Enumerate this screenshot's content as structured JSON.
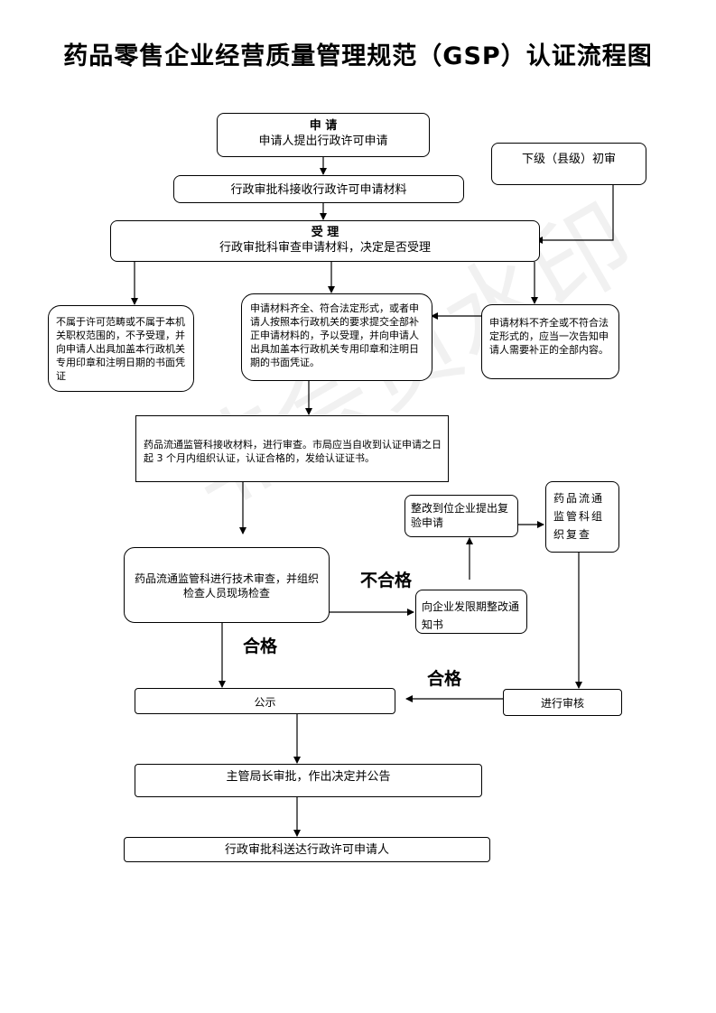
{
  "title": "药品零售企业经营质量管理规范（GSP）认证流程图",
  "watermark": "非会员水印",
  "nodes": {
    "apply_title": "申  请",
    "apply_text": "申请人提出行政许可申请",
    "county": "下级（县级）初审",
    "receive": "行政审批科接收行政许可申请材料",
    "accept_title": "受  理",
    "accept_text": "行政审批科审查申请材料，决定是否受理",
    "reject": "不属于许可范畴或不属于本机关职权范围的，不予受理，并向申请人出具加盖本行政机关专用印章和注明日期的书面凭证",
    "complete": "申请材料齐全、符合法定形式，或者申请人按照本行政机关的要求提交全部补正申请材料的，予以受理，并向申请人出具加盖本行政机关专用印章和注明日期的书面凭证。",
    "incomplete": "申请材料不齐全或不符合法定形式的，应当一次告知申请人需要补正的全部内容。",
    "dept_receive": "药品流通监管科接收材料，进行审查。市局应当自收到认证申请之日起 3 个月内组织认证，认证合格的，发给认证证书。",
    "rectify_apply": "整改到位企业提出复验申请",
    "recheck_org": "药品流通监管科组织复查",
    "tech_review": "药品流通监管科进行技术审查，并组织检查人员现场检查",
    "notice": "向企业发限期整改通知书",
    "publicity": "公示",
    "review": "进行审核",
    "director": "主管局长审批，作出决定并公告",
    "deliver": "行政审批科送达行政许可申请人"
  },
  "labels": {
    "fail": "不合格",
    "pass1": "合格",
    "pass2": "合格"
  }
}
